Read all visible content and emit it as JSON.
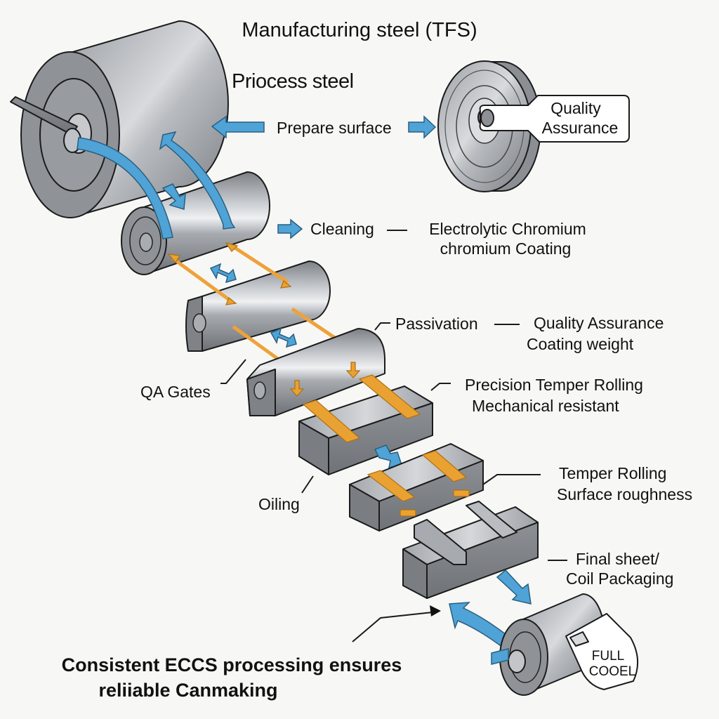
{
  "title": "Manufacturing steel (TFS)",
  "subtitle": "Priocess steel",
  "labels": {
    "prepare_surface": "Prepare surface",
    "quality_assurance_tag": [
      "Quality",
      "Assurance"
    ],
    "cleaning": "Cleaning",
    "electrolytic": [
      "Electrolytic Chromium",
      "chromium Coating"
    ],
    "passivation": "Passivation",
    "qa_coating": [
      "Quality Assurance",
      "Coating weight"
    ],
    "precision_temper": [
      "Precision Temper Rolling",
      "Mechanical resistant"
    ],
    "qa_gates": "QA Gates",
    "oiling": "Oiling",
    "temper_rolling": [
      "Temper Rolling",
      "Surface roughness"
    ],
    "final_sheet": [
      "Final sheet/",
      "Coil Packaging"
    ],
    "coil_tag": [
      "FULL",
      "COOEL"
    ]
  },
  "footer": [
    "Consistent ECCS processing ensures",
    "reliiable Canmaking"
  ],
  "colors": {
    "flow_arrow": "#4fa3d6",
    "strip_orange": "#e9a232",
    "steel_gray": "#8e9297",
    "background": "#f7f7f6"
  }
}
